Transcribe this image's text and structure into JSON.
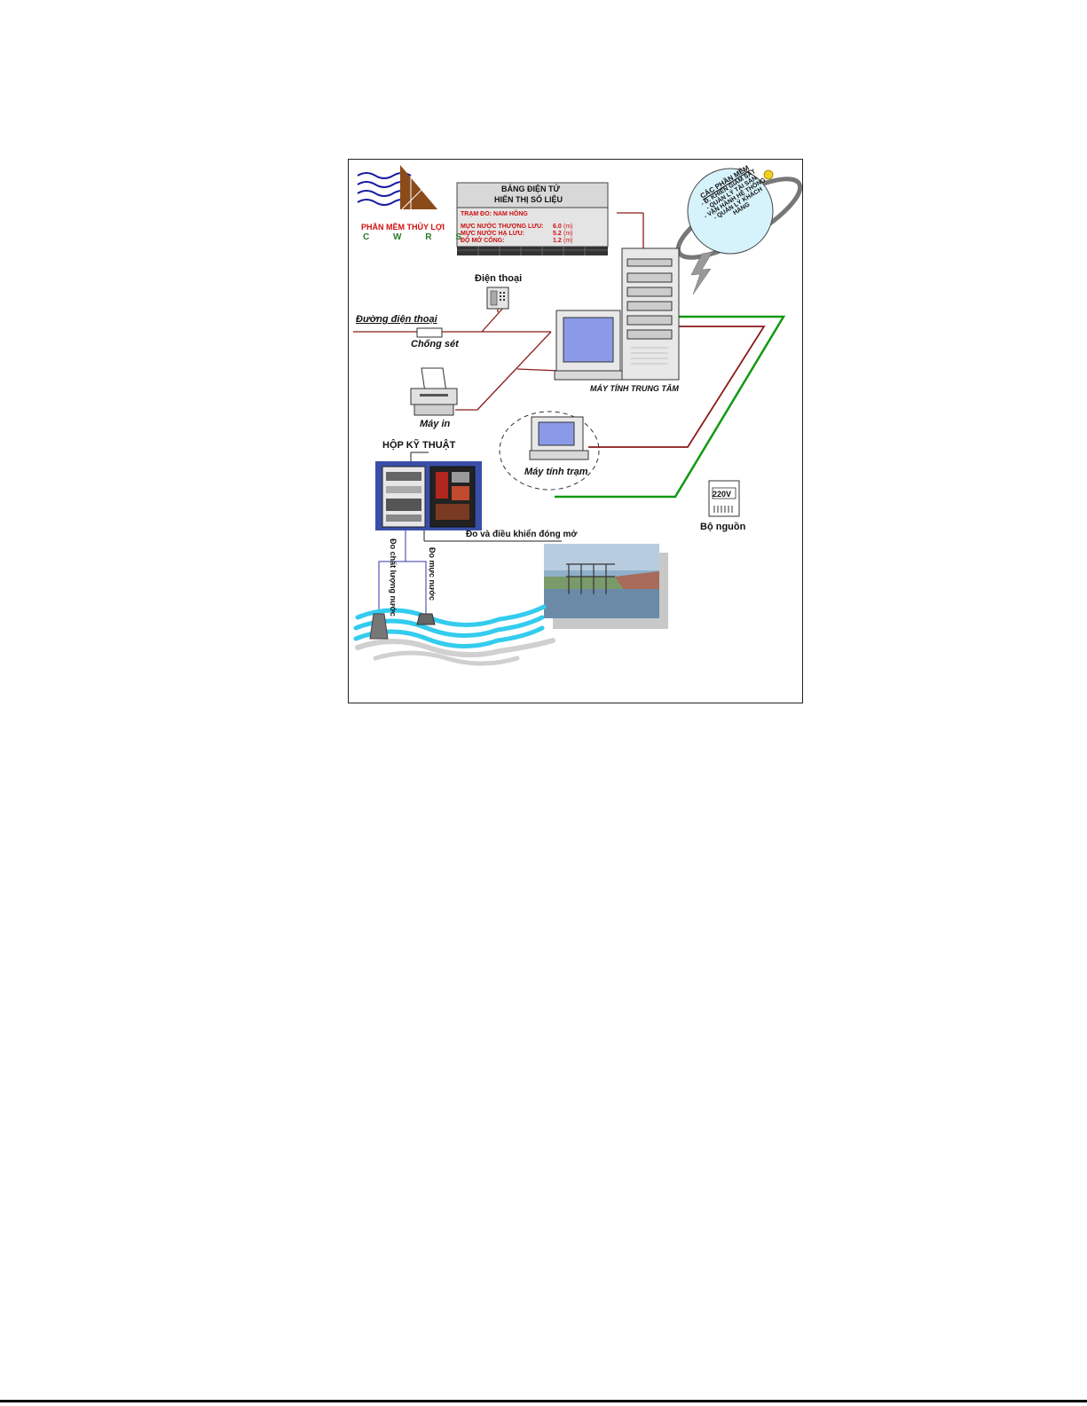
{
  "logo": {
    "brand": "PHẦN MỀM THỦY LỢI",
    "letters": "C W R S",
    "colors": {
      "waves": "#1a1aa0",
      "triangle": "#8a4a1a",
      "brand_text": "#d01010"
    }
  },
  "display_board": {
    "title_line1": "BẢNG ĐIỆN TỬ",
    "title_line2": "HIỂN THỊ SỐ LIỆU",
    "station": "TRẠM ĐO: NAM HỒNG",
    "rows": [
      {
        "label": "MỰC NƯỚC THƯỢNG LƯU:",
        "value": "6.0",
        "unit": "(m)"
      },
      {
        "label": "MỰC NƯỚC HẠ LƯU:",
        "value": "5.2",
        "unit": "(m)"
      },
      {
        "label": "ĐỘ MỞ CỐNG:",
        "value": "1.2",
        "unit": "(m)"
      }
    ]
  },
  "software": {
    "title": "CÁC PHẦN MỀM",
    "items": [
      "- Đ. KHIỂN GIÁM SÁT",
      "- QUẢN LÝ TÀI SẢN",
      "- VẬN HÀNH HỆ THỐNG",
      "- QUẢN LÝ KHÁCH",
      "HÀNG"
    ]
  },
  "labels": {
    "phone": "Điện thoại",
    "phone_line": "Đường điện thoại",
    "surge": "Chống sét",
    "printer": "Máy in",
    "central_pc": "MÁY TÍNH TRUNG TÂM",
    "station_pc": "Máy tính trạm",
    "tech_box": "HỘP KỸ THUẬT",
    "power": "Bộ nguồn",
    "power_voltage": "220V",
    "measure_control": "Đo và điều khiển đóng mở",
    "water_quality": "Đo chất lượng nước",
    "water_level": "Đo mực nước"
  },
  "colors": {
    "signal_line": "#8b1a1a",
    "power_line": "#119911",
    "water": "#33ccee",
    "sensor_line": "#3333aa",
    "monitor_screen": "#8a9ae8"
  }
}
